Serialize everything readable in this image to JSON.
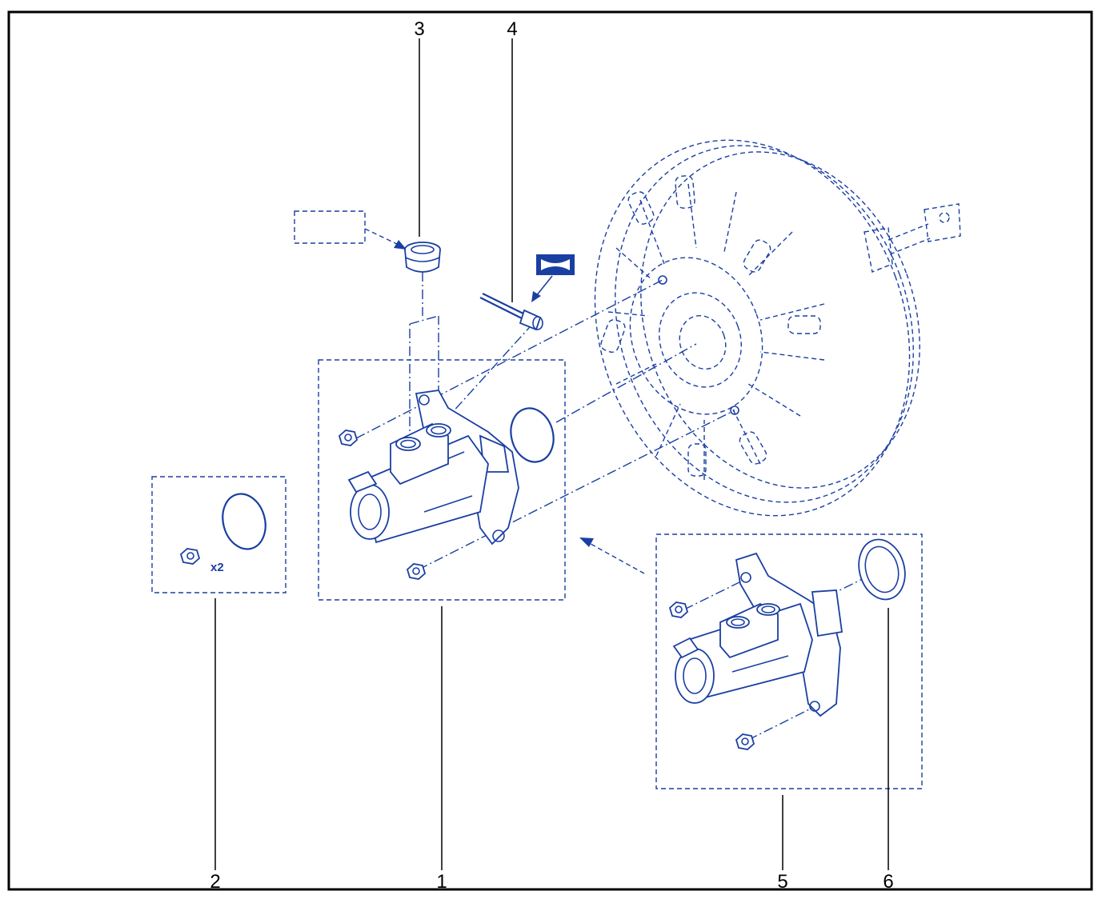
{
  "callouts": {
    "c1": "1",
    "c2": "2",
    "c3": "3",
    "c4": "4",
    "c5": "5",
    "c6": "6"
  },
  "quantity_label": "x2",
  "colors": {
    "line": "#1a3fa3",
    "frame": "#000000",
    "background": "#ffffff"
  },
  "icons": {
    "lubricant_symbol": "grease-icon"
  }
}
